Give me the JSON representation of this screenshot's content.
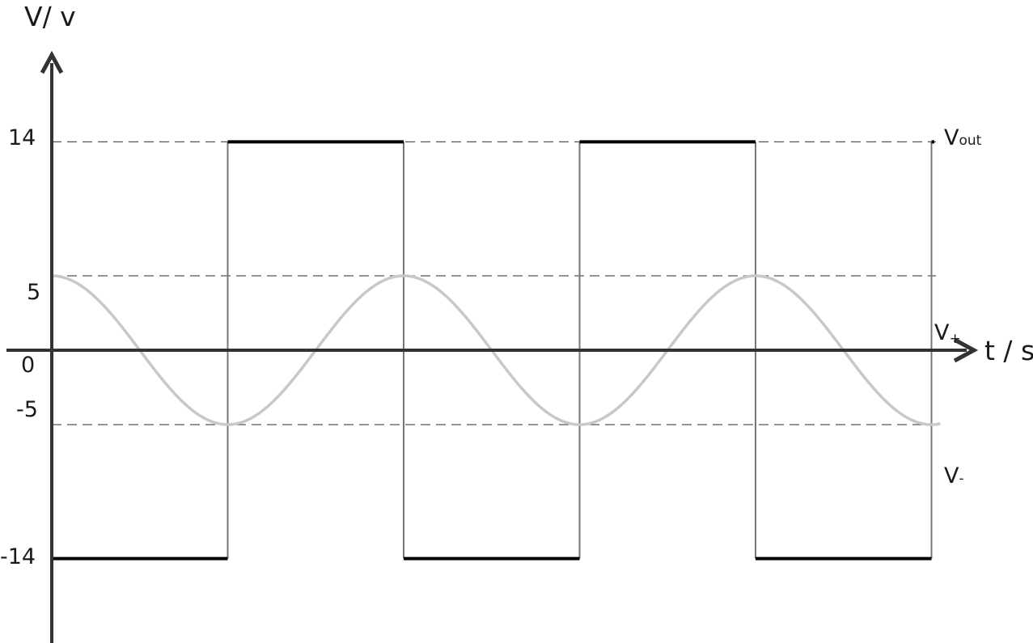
{
  "chart_data": {
    "type": "line",
    "ylabel": "V/ v",
    "xlabel": "t / s",
    "y_ticks": [
      "14",
      "5",
      "0",
      "-5",
      "-14"
    ],
    "y_tick_values": [
      14,
      5,
      0,
      -5,
      -14
    ],
    "dashed_reference_levels": [
      14,
      5,
      -5
    ],
    "ylim": [
      -19.1,
      18.5
    ],
    "xlim": [
      0,
      5.05
    ],
    "grid": false,
    "series": [
      {
        "name": "V",
        "name_sub": "out",
        "style": "square-wave",
        "color": "#000000",
        "x": [
          0,
          1,
          1,
          2,
          2,
          3,
          3,
          4,
          4,
          5
        ],
        "y": [
          -14,
          -14,
          14,
          14,
          -14,
          -14,
          14,
          14,
          -14,
          -14
        ],
        "high": 14,
        "low": -14,
        "transition_color": "#777777"
      },
      {
        "name": "V",
        "name_sub": "+",
        "style": "cosine",
        "color": "#c8c8c8",
        "amplitude": 5,
        "period": 2,
        "x_end": 5
      },
      {
        "name": "V",
        "name_sub": "-",
        "style": "flat",
        "color": "#1a1a1a",
        "value": 0
      }
    ]
  }
}
